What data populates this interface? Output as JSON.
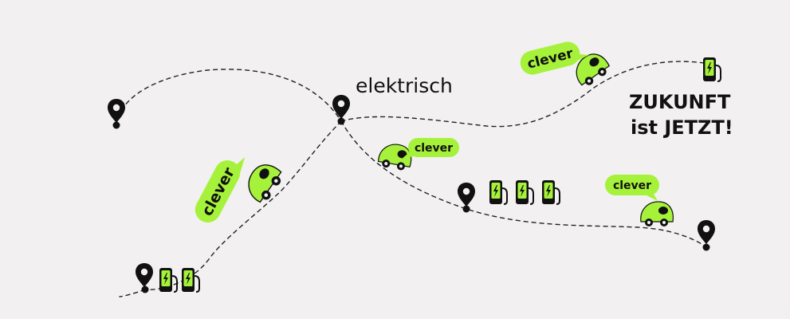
{
  "colors": {
    "background": "#f2f0f1",
    "accent_green": "#a6f23a",
    "ink": "#111111"
  },
  "labels": {
    "elektrisch": "elektrisch",
    "headline_line1": "ZUKUNFT",
    "headline_line2": "ist JETZT!"
  },
  "bubbles": [
    "clever",
    "clever",
    "clever",
    "clever"
  ],
  "icons": [
    "map-pin-icon",
    "charging-station-icon",
    "car-icon",
    "speech-bubble-icon"
  ]
}
